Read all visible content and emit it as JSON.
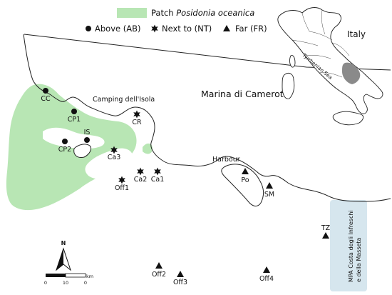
{
  "legend": {
    "patch_prefix": "Patch ",
    "patch_species": "Posidonia oceanica",
    "patch_color": "#b8e6b4",
    "above": "Above (AB)",
    "next_to": "Next to (NT)",
    "far": "Far (FR)"
  },
  "places": {
    "camping": "Camping dell'Isola",
    "town": "Marina di Camerota",
    "harbour": "Harbour"
  },
  "mpa": {
    "line1": "MPA Costa degli Infreschi",
    "line2": "e della Masseta",
    "color": "#d6e6ee"
  },
  "inset": {
    "country": "Italy",
    "sea": "Tyrrhenian Sea",
    "region_color": "#8a8a8a"
  },
  "scalebar": {
    "north": "N",
    "unit": "km",
    "ticks": [
      "0",
      "10",
      "0"
    ]
  },
  "sites": [
    {
      "id": "CC",
      "cls": "above"
    },
    {
      "id": "CP1",
      "cls": "above"
    },
    {
      "id": "IS",
      "cls": "above"
    },
    {
      "id": "CP2",
      "cls": "above"
    },
    {
      "id": "CR",
      "cls": "next"
    },
    {
      "id": "Ca3",
      "cls": "next"
    },
    {
      "id": "Off1",
      "cls": "next"
    },
    {
      "id": "Ca2",
      "cls": "next"
    },
    {
      "id": "Ca1",
      "cls": "next"
    },
    {
      "id": "Po",
      "cls": "far"
    },
    {
      "id": "SM",
      "cls": "far"
    },
    {
      "id": "TZ",
      "cls": "far"
    },
    {
      "id": "Off2",
      "cls": "far"
    },
    {
      "id": "Off3",
      "cls": "far"
    },
    {
      "id": "Off4",
      "cls": "far"
    }
  ]
}
